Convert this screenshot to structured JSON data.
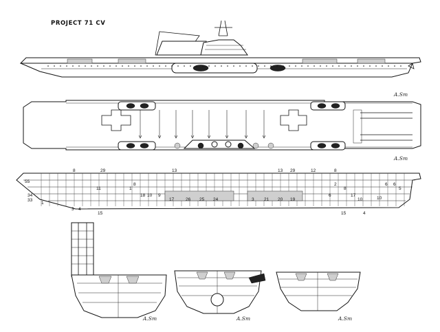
{
  "title": "PROJECT 71 CV",
  "signature": "A.Sm",
  "section_labels": {
    "top": [
      "8",
      "29",
      "13",
      "13",
      "29",
      "12",
      "8"
    ],
    "left": [
      "55",
      "34",
      "33",
      "1"
    ],
    "bottom_left": [
      "3",
      "4",
      "15"
    ],
    "bottom_right": [
      "15",
      "4"
    ],
    "interior": [
      "11",
      "1",
      "8",
      "18",
      "10",
      "9",
      "17",
      "26",
      "25",
      "24",
      "3",
      "21",
      "20",
      "19",
      "6",
      "2",
      "8",
      "17",
      "10",
      "6",
      "6",
      "5",
      "10"
    ]
  },
  "colors": {
    "line": "#111111",
    "shade": "#cfcfcf",
    "background": "#ffffff"
  }
}
